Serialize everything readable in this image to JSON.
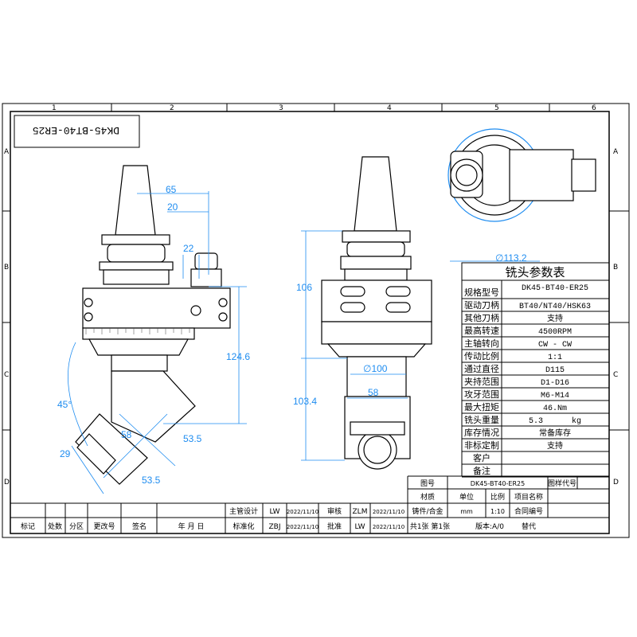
{
  "frame": {
    "columns": [
      "1",
      "2",
      "3",
      "4",
      "5",
      "6"
    ],
    "rows": [
      "A",
      "B",
      "C",
      "D"
    ],
    "rotated_label": "DK45-BT40-ER25"
  },
  "dimensions": {
    "side_65": "65",
    "side_20": "20",
    "side_22": "22",
    "side_124_6": "124.6",
    "angle_45": "45°",
    "side_58": "58",
    "side_53_5_a": "53.5",
    "side_29": "29",
    "side_53_5_b": "53.5",
    "front_106": "106",
    "front_103_4": "103.4",
    "front_d100": "∅100",
    "front_58": "58",
    "top_d113_2": "∅113.2"
  },
  "param_table": {
    "title": "铣头参数表",
    "rows": [
      {
        "label": "规格型号",
        "value": "DK45-BT40-ER25"
      },
      {
        "label": "驱动刀柄",
        "value": "BT40/NT40/HSK63"
      },
      {
        "label": "其他刀柄",
        "value": "支持"
      },
      {
        "label": "最高转速",
        "value": "4500RPM"
      },
      {
        "label": "主轴转向",
        "value": "CW - CW"
      },
      {
        "label": "传动比例",
        "value": "1:1"
      },
      {
        "label": "通过直径",
        "value": "D115"
      },
      {
        "label": "夹持范围",
        "value": "D1-D16"
      },
      {
        "label": "攻牙范围",
        "value": "M6-M14"
      },
      {
        "label": "最大扭矩",
        "value": "46.Nm"
      },
      {
        "label": "铣头重量",
        "value": "5.3      kg"
      },
      {
        "label": "库存情况",
        "value": "常备库存"
      },
      {
        "label": "非标定制",
        "value": "支持"
      },
      {
        "label": "客户",
        "value": ""
      },
      {
        "label": "备注",
        "value": ""
      }
    ]
  },
  "title_block": {
    "change_headers": [
      "标记",
      "处数",
      "分区",
      "更改号",
      "签名",
      "年 月 日"
    ],
    "design_label": "主管设计",
    "design_by": "LW",
    "design_date": "2022/11/10",
    "std_label": "标准化",
    "std_by": "ZBJ",
    "std_date": "2022/11/10",
    "review_label": "审核",
    "review_by": "ZLM",
    "review_date": "2022/11/10",
    "approve_label": "批准",
    "approve_by": "LW",
    "approve_date": "2022/11/10",
    "drawing_no_label": "图号",
    "drawing_no": "DK45-BT40-ER25",
    "sample_code_label": "图样代号",
    "material_label": "材质",
    "unit_label": "单位",
    "scale_label": "比例",
    "project_label": "项目名称",
    "material": "铸件/合金",
    "unit": "mm",
    "scale": "1:10",
    "contract_label": "合同编号",
    "sheets": "共1张 第1张",
    "version": "版本:A/0",
    "replace": "替代"
  }
}
